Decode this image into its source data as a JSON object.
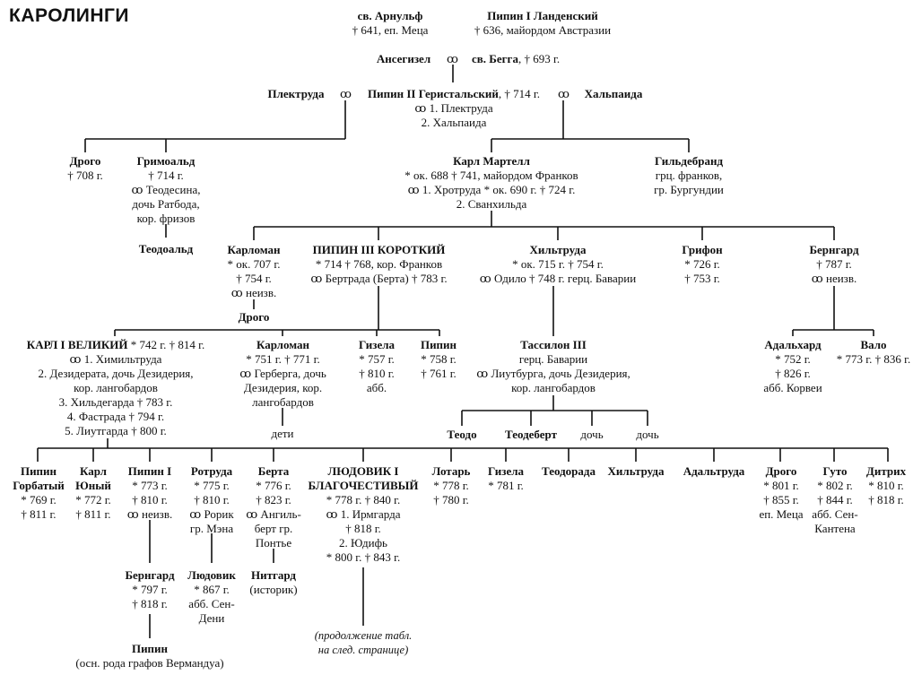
{
  "title": "КАРОЛИНГИ",
  "marriage_symbol": "ꝏ",
  "persons": {
    "arnulf": {
      "name": "св. Арнульф",
      "details": [
        "† 641, еп. Меца"
      ]
    },
    "pipin1": {
      "name": "Пипин I Ланденский",
      "details": [
        "† 636, майордом Австразии"
      ]
    },
    "ansegizel": {
      "name": "Ансегизел"
    },
    "begga": {
      "name": "св. Бегга",
      "suffix": ", † 693 г."
    },
    "plektruda": {
      "name": "Плектруда"
    },
    "pipin2": {
      "name": "Пипин II Геристальский",
      "suffix": ", † 714 г.",
      "details": [
        "ꝏ 1. Плектруда",
        "2. Хальпаида"
      ]
    },
    "halpaida": {
      "name": "Хальпаида"
    },
    "drogo1": {
      "name": "Дрого",
      "details": [
        "† 708 г."
      ]
    },
    "grimoald": {
      "name": "Гримоальд",
      "details": [
        "† 714 г.",
        "ꝏ Теодесина,",
        "дочь Ратбода,",
        "кор. фризов"
      ]
    },
    "teodoald": {
      "name": "Теодоальд"
    },
    "karl_martell": {
      "name": "Карл Мартелл",
      "details": [
        "* ок. 688 † 741, майордом Франков",
        "ꝏ 1. Хротруда * ок. 690 г. † 724 г.",
        "2. Сванхильда"
      ]
    },
    "gildebrand": {
      "name": "Гильдебранд",
      "details": [
        "грц. франков,",
        "гр. Бургундии"
      ]
    },
    "karloman1": {
      "name": "Карломан",
      "details": [
        "* ок. 707 г.",
        "† 754 г.",
        "ꝏ неизв."
      ]
    },
    "drogo2": {
      "name": "Дрого"
    },
    "pipin3": {
      "name": "ПИПИН III КОРОТКИЙ",
      "details": [
        "* 714 † 768, кор. Франков",
        "ꝏ Бертрада (Берта) † 783 г."
      ]
    },
    "hiltruda1": {
      "name": "Хильтруда",
      "details": [
        "* ок. 715 г. † 754 г.",
        "ꝏ Одило † 748 г. герц. Баварии"
      ]
    },
    "grifon": {
      "name": "Грифон",
      "details": [
        "* 726 г.",
        "† 753 г."
      ]
    },
    "bernhard1": {
      "name": "Бернгард",
      "details": [
        "† 787 г.",
        "ꝏ неизв."
      ]
    },
    "karl_great": {
      "name": "КАРЛ I ВЕЛИКИЙ",
      "suffix": " * 742 г. † 814 г.",
      "details": [
        "ꝏ 1. Химильтруда",
        "2. Дезидерата, дочь Дезидерия,",
        "кор. лангобардов",
        "3. Хильдегарда † 783 г.",
        "4. Фастрада † 794 г.",
        "5. Лиутгарда † 800 г."
      ]
    },
    "karloman2": {
      "name": "Карломан",
      "details": [
        "* 751 г. † 771 г.",
        "ꝏ Герберга, дочь",
        "Дезидерия, кор.",
        "лангобардов"
      ]
    },
    "deti": {
      "name": "дети"
    },
    "gizela1": {
      "name": "Гизела",
      "details": [
        "* 757 г.",
        "† 810 г.",
        "абб."
      ]
    },
    "pipin_b": {
      "name": "Пипин",
      "details": [
        "* 758 г.",
        "† 761 г."
      ]
    },
    "tassilon": {
      "name": "Тассилон III",
      "details": [
        "герц. Баварии",
        "ꝏ Лиутбурга, дочь Дезидерия,",
        "кор. лангобардов"
      ]
    },
    "teodo": {
      "name": "Теодо"
    },
    "teodebert": {
      "name": "Теодеберт"
    },
    "doch1": {
      "name": "дочь"
    },
    "doch2": {
      "name": "дочь"
    },
    "adalhard": {
      "name": "Адальхард",
      "details": [
        "* 752 г.",
        "† 826 г.",
        "абб. Корвеи"
      ]
    },
    "valo": {
      "name": "Вало",
      "details": [
        "* 773 г. † 836 г."
      ]
    },
    "pipin_gorb": {
      "name": "Пипин",
      "name2": "Горбатый",
      "details": [
        "* 769 г.",
        "† 811 г."
      ]
    },
    "karl_yun": {
      "name": "Карл",
      "name2": "Юный",
      "details": [
        "* 772 г.",
        "† 811 г."
      ]
    },
    "pipin_i": {
      "name": "Пипин I",
      "details": [
        "* 773 г.",
        "† 810 г.",
        "ꝏ неизв."
      ]
    },
    "rotruda": {
      "name": "Ротруда",
      "details": [
        "* 775 г.",
        "† 810 г.",
        "ꝏ Рорик",
        "гр. Мэна"
      ]
    },
    "berta": {
      "name": "Берта",
      "details": [
        "* 776 г.",
        "† 823 г.",
        "ꝏ Ангиль-",
        "берт гр.",
        "Понтье"
      ]
    },
    "ludovik": {
      "name": "ЛЮДОВИК I",
      "name2": "БЛАГОЧЕСТИВЫЙ",
      "details": [
        "* 778 г. † 840 г.",
        "ꝏ 1. Ирмгарда",
        "† 818 г.",
        "2. Юдифь",
        "* 800 г. † 843 г."
      ]
    },
    "lotar": {
      "name": "Лотарь",
      "details": [
        "* 778 г.",
        "† 780 г."
      ]
    },
    "gizela2": {
      "name": "Гизела",
      "details": [
        "* 781 г."
      ]
    },
    "teodorada": {
      "name": "Теодорада"
    },
    "hiltruda2": {
      "name": "Хильтруда"
    },
    "adaltruda": {
      "name": "Адальтруда"
    },
    "drogo3": {
      "name": "Дрого",
      "details": [
        "* 801 г.",
        "† 855 г.",
        "еп. Меца"
      ]
    },
    "guto": {
      "name": "Гуто",
      "details": [
        "* 802 г.",
        "† 844 г.",
        "абб. Сен-",
        "Кантена"
      ]
    },
    "ditrih": {
      "name": "Дитрих",
      "details": [
        "* 810 г.",
        "† 818 г."
      ]
    },
    "bernhard2": {
      "name": "Бернгард",
      "details": [
        "* 797 г.",
        "† 818 г."
      ]
    },
    "ludovik2": {
      "name": "Людовик",
      "details": [
        "* 867 г.",
        "абб. Сен-",
        "Дени"
      ]
    },
    "nitgard": {
      "name": "Нитгард",
      "details": [
        "(историк)"
      ]
    },
    "pipin_v": {
      "name": "Пипин",
      "details": [
        "(осн. рода графов Вермандуа)"
      ]
    }
  },
  "continuation_note": [
    "(продолжение табл.",
    "на след. странице)"
  ]
}
